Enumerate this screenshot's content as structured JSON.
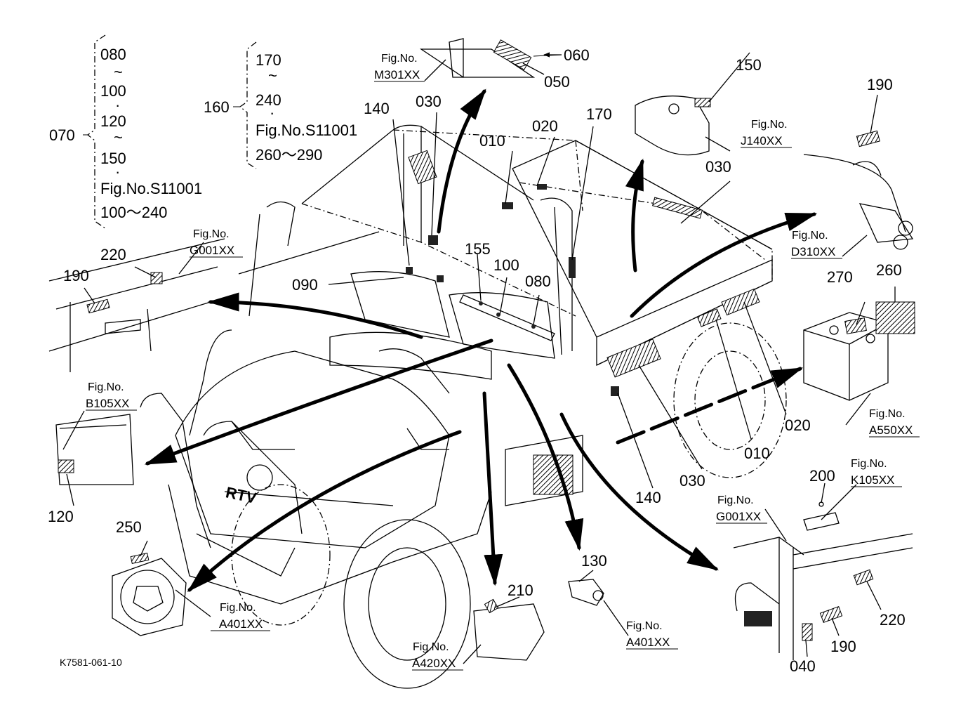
{
  "diagram": {
    "doc_code": "K7581-061-10",
    "group_070": {
      "ref": "070",
      "lines": [
        "080",
        "~",
        "100",
        "·",
        "120",
        "~",
        "150",
        "·",
        "Fig.No.S11001",
        "100～240"
      ]
    },
    "group_160": {
      "ref": "160",
      "lines": [
        "170",
        "~",
        "240",
        "·",
        "Fig.No.S11001",
        "260～290"
      ]
    },
    "part_labels": {
      "p010a": "010",
      "p010b": "010",
      "p020a": "020",
      "p020b": "020",
      "p030a": "030",
      "p030b": "030",
      "p030c": "030",
      "p040": "040",
      "p050": "050",
      "p060": "060",
      "p080": "080",
      "p090": "090",
      "p100": "100",
      "p120": "120",
      "p130": "130",
      "p140a": "140",
      "p140b": "140",
      "p150": "150",
      "p155": "155",
      "p170": "170",
      "p190a": "190",
      "p190b": "190",
      "p190c": "190",
      "p200": "200",
      "p210": "210",
      "p220a": "220",
      "p220b": "220",
      "p250": "250",
      "p260": "260",
      "p270": "270"
    },
    "fig_refs": {
      "m301": {
        "caption": "Fig.No.",
        "code": "M301XX"
      },
      "j140": {
        "caption": "Fig.No.",
        "code": "J140XX"
      },
      "d310": {
        "caption": "Fig.No.",
        "code": "D310XX"
      },
      "g001a": {
        "caption": "Fig.No.",
        "code": "G001XX"
      },
      "b105": {
        "caption": "Fig.No.",
        "code": "B105XX"
      },
      "a550": {
        "caption": "Fig.No.",
        "code": "A550XX"
      },
      "k105": {
        "caption": "Fig.No.",
        "code": "K105XX"
      },
      "g001b": {
        "caption": "Fig.No.",
        "code": "G001XX"
      },
      "a401a": {
        "caption": "Fig.No.",
        "code": "A401XX"
      },
      "a420": {
        "caption": "Fig.No.",
        "code": "A420XX"
      },
      "a401b": {
        "caption": "Fig.No.",
        "code": "A401XX"
      }
    },
    "vehicle_badge": "RTV"
  }
}
